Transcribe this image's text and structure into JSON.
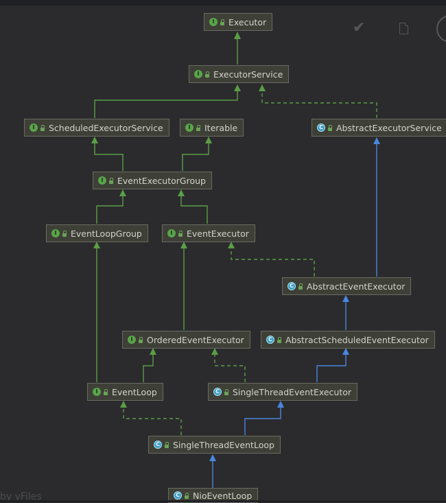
{
  "toolbar": {
    "icons": [
      "check-icon",
      "document-icon",
      "circle-icon"
    ]
  },
  "nodes": {
    "executor": {
      "label": "Executor",
      "kind": "interface"
    },
    "executor_service": {
      "label": "ExecutorService",
      "kind": "interface"
    },
    "scheduled_executor_service": {
      "label": "ScheduledExecutorService",
      "kind": "interface"
    },
    "iterable": {
      "label": "Iterable",
      "kind": "interface"
    },
    "abstract_executor_service": {
      "label": "AbstractExecutorService",
      "kind": "class"
    },
    "event_executor_group": {
      "label": "EventExecutorGroup",
      "kind": "interface"
    },
    "event_loop_group": {
      "label": "EventLoopGroup",
      "kind": "interface"
    },
    "event_executor": {
      "label": "EventExecutor",
      "kind": "interface"
    },
    "abstract_event_executor": {
      "label": "AbstractEventExecutor",
      "kind": "class"
    },
    "ordered_event_executor": {
      "label": "OrderedEventExecutor",
      "kind": "interface"
    },
    "abstract_scheduled_event_executor": {
      "label": "AbstractScheduledEventExecutor",
      "kind": "class"
    },
    "event_loop": {
      "label": "EventLoop",
      "kind": "interface"
    },
    "single_thread_event_executor": {
      "label": "SingleThreadEventExecutor",
      "kind": "class"
    },
    "single_thread_event_loop": {
      "label": "SingleThreadEventLoop",
      "kind": "class"
    },
    "nio_event_loop": {
      "label": "NioEventLoop",
      "kind": "class"
    }
  },
  "icon_glyphs": {
    "interface": "I",
    "class": "C"
  },
  "edge_colors": {
    "extends_interface": "#5a9e47",
    "implements": "#5a9e47",
    "extends_class": "#4a86e0"
  },
  "watermark": "by yFiles"
}
